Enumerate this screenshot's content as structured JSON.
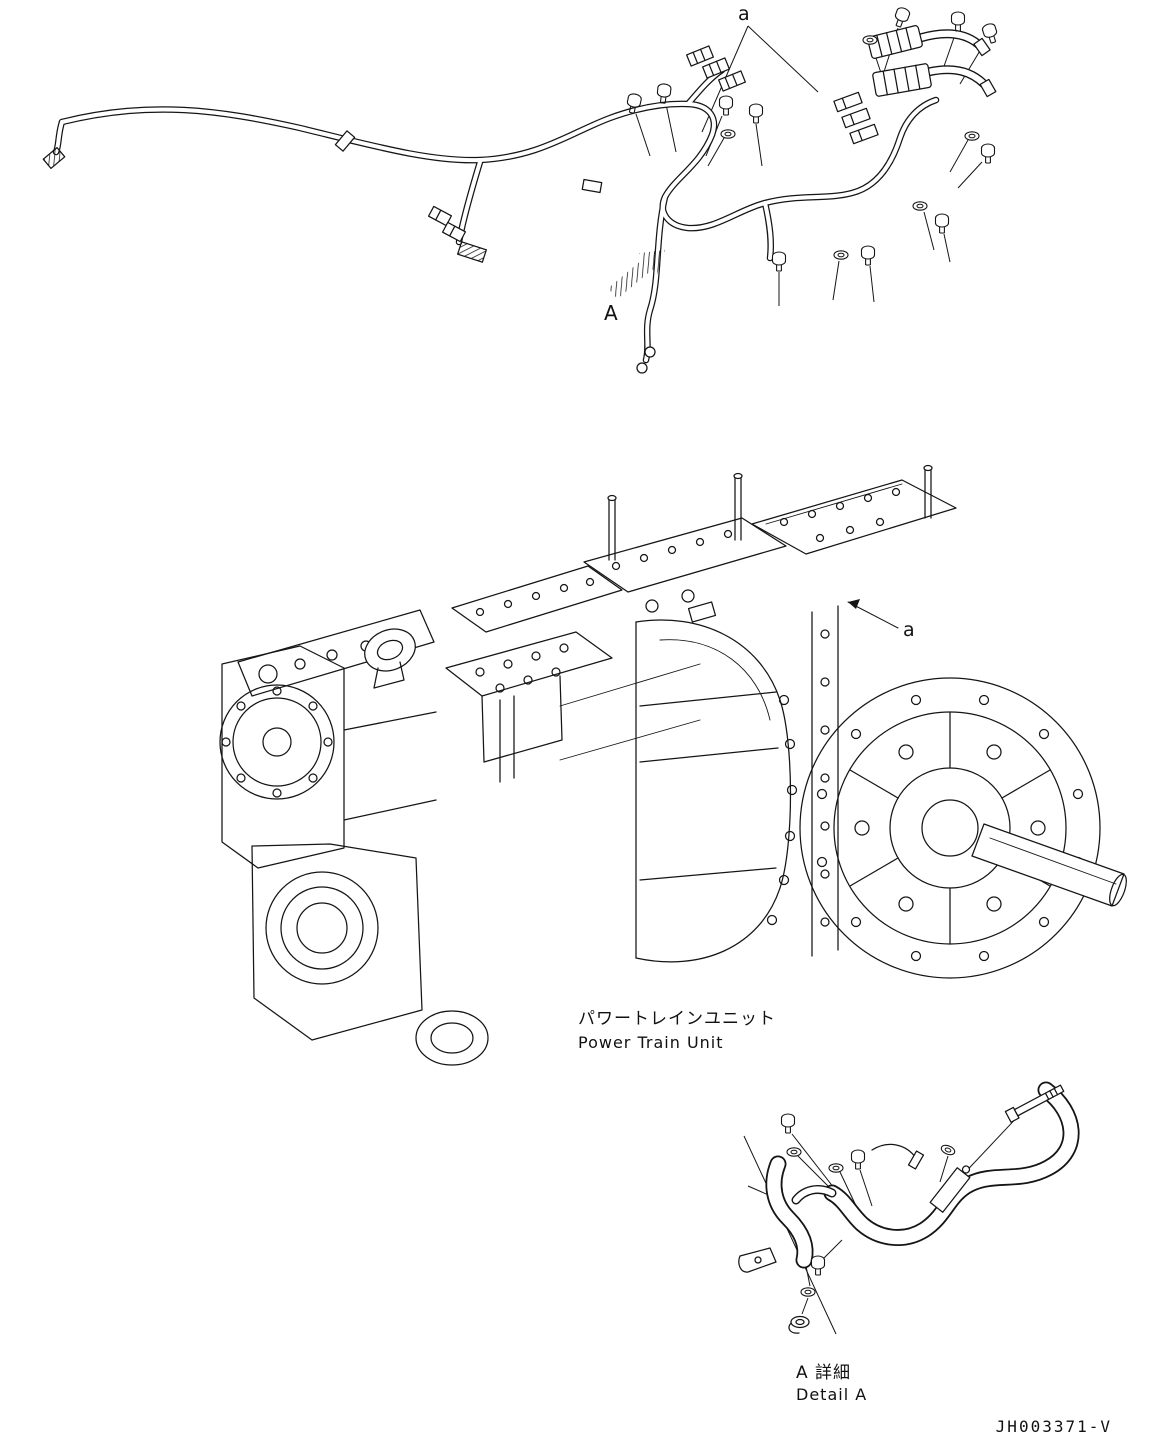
{
  "labels": {
    "callout_top": "a",
    "callout_unit": "a",
    "detail_arrow": "A"
  },
  "captions": {
    "powertrain_jp": "パワートレインユニット",
    "powertrain_en": "Power Train Unit",
    "detail_jp": "A 詳細",
    "detail_en": "Detail A"
  },
  "drawing_number": "JH003371-V",
  "colors": {
    "line": "#151515",
    "background": "#ffffff"
  }
}
